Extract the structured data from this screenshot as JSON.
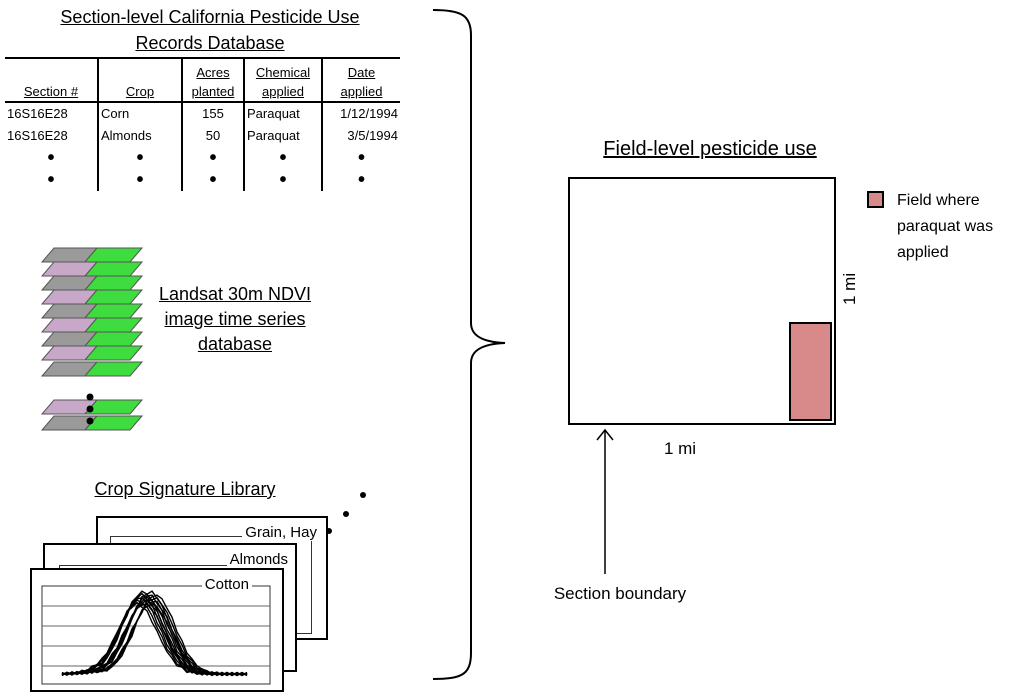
{
  "database": {
    "title_line1": "Section-level California Pesticide Use",
    "title_line2": "Records Database",
    "headers": [
      {
        "l1": "",
        "l2": "Section #"
      },
      {
        "l1": "",
        "l2": "Crop"
      },
      {
        "l1": "Acres",
        "l2": "planted"
      },
      {
        "l1": "Chemical",
        "l2": "applied"
      },
      {
        "l1": "Date",
        "l2": "applied"
      }
    ],
    "rows": [
      [
        "16S16E28",
        "Corn",
        "155",
        "Paraquat",
        "1/12/1994"
      ],
      [
        "16S16E28",
        "Almonds",
        "50",
        "Paraquat",
        "3/5/1994"
      ]
    ],
    "ellipsis": "•"
  },
  "landsat": {
    "line1": "Landsat 30m NDVI",
    "line2": "image time series",
    "line3": "database",
    "tile_colors": [
      "#3fdc3f",
      "#c8a8c8",
      "#9a9a9a"
    ]
  },
  "library": {
    "title": "Crop Signature Library",
    "cards": [
      "Grain, Hay",
      "Almonds",
      "Cotton"
    ]
  },
  "field": {
    "title": "Field-level pesticide use",
    "width_label": "1 mi",
    "height_label": "1 mi",
    "section_label": "Section boundary",
    "legend_label": "Field where paraquat was applied",
    "field_color": "#d88a8a"
  }
}
